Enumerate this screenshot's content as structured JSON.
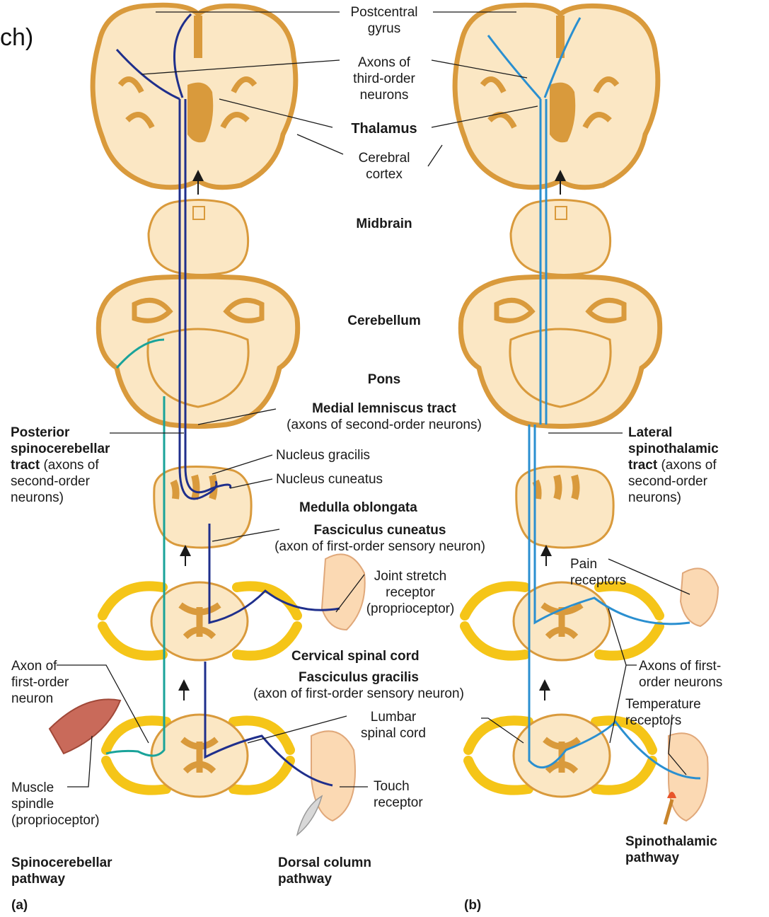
{
  "partial_text": "ch)",
  "colors": {
    "tissue": "#fbe7c4",
    "cortex": "#d99a3c",
    "nerve": "#f5c518",
    "tract_dark": "#1f2f8c",
    "tract_light": "#2a8fd0",
    "tract_teal": "#1aa39a",
    "text": "#1a1a1a"
  },
  "labels": {
    "postcentral": [
      "Postcentral",
      "gyrus"
    ],
    "axons_third": [
      "Axons of",
      "third-order",
      "neurons"
    ],
    "thalamus": "Thalamus",
    "cerebral_cortex": [
      "Cerebral",
      "cortex"
    ],
    "midbrain": "Midbrain",
    "cerebellum": "Cerebellum",
    "pons": "Pons",
    "medial_lemniscus": [
      "Medial lemniscus tract",
      "(axons of second-order neurons)"
    ],
    "posterior_spino": [
      "Posterior",
      "spinocerebellar",
      "tract",
      " (axons of",
      "second-order",
      "neurons)"
    ],
    "nucleus_gracilis": "Nucleus gracilis",
    "nucleus_cuneatus": "Nucleus cuneatus",
    "medulla": "Medulla oblongata",
    "fasc_cuneatus": [
      "Fasciculus cuneatus",
      "(axon of first-order sensory neuron)"
    ],
    "joint_stretch": [
      "Joint stretch",
      "receptor",
      "(proprioceptor)"
    ],
    "cervical": "Cervical spinal cord",
    "fasc_gracilis": [
      "Fasciculus gracilis",
      "(axon of first-order sensory neuron)"
    ],
    "axon_first": [
      "Axon of",
      "first-order",
      "neuron"
    ],
    "lumbar": [
      "Lumbar",
      "spinal cord"
    ],
    "muscle_spindle": [
      "Muscle",
      "spindle",
      "(proprioceptor)"
    ],
    "touch": [
      "Touch",
      "receptor"
    ],
    "spinocerebellar_path": [
      "Spinocerebellar",
      "pathway"
    ],
    "dorsal_path": [
      "Dorsal column",
      "pathway"
    ],
    "panel_a": "(a)",
    "lateral_spino": [
      "Lateral",
      "spinothalamic",
      "tract",
      " (axons of",
      "second-order",
      "neurons)"
    ],
    "pain": [
      "Pain",
      "receptors"
    ],
    "axons_first_order": [
      "Axons of first-",
      "order neurons"
    ],
    "temperature": [
      "Temperature",
      "receptors"
    ],
    "spinothalamic_path": [
      "Spinothalamic",
      "pathway"
    ],
    "panel_b": "(b)"
  }
}
